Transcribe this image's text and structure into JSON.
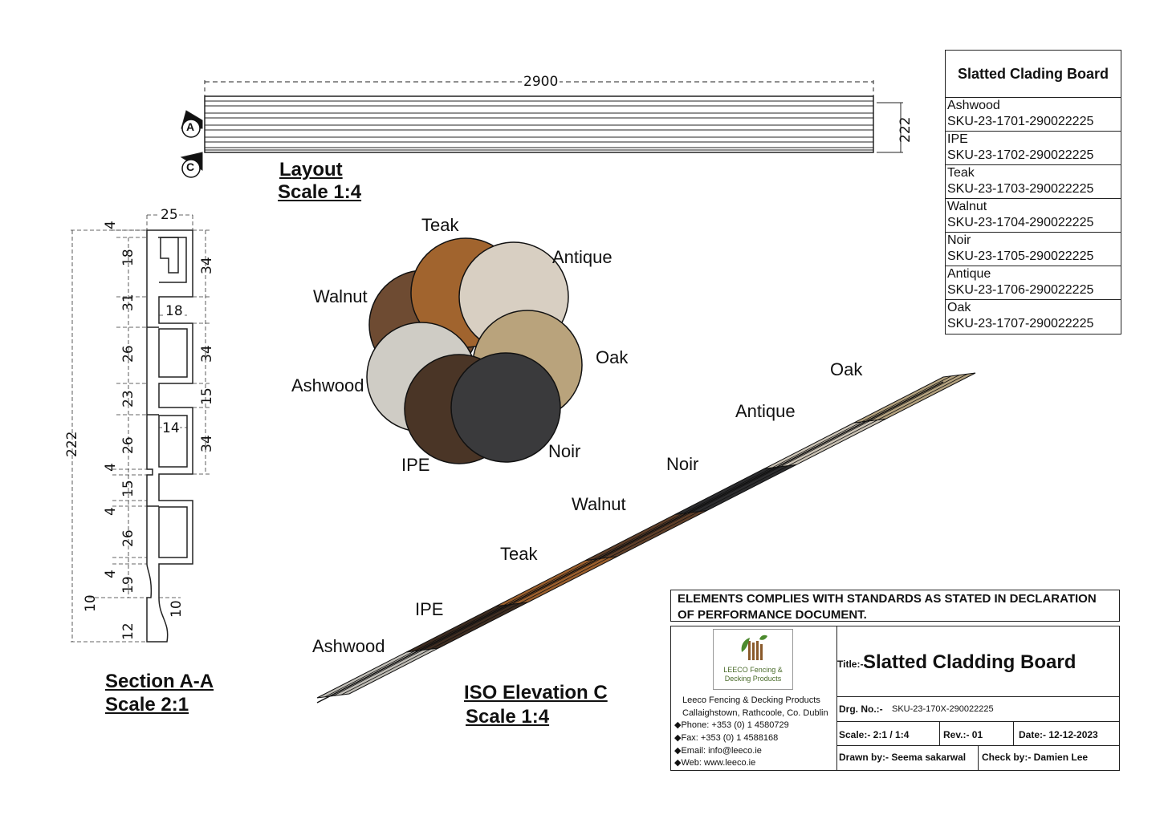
{
  "layout_view": {
    "length_dim": "2900",
    "height_dim": "222",
    "section_marker": "A",
    "iso_marker": "C",
    "title": "Layout",
    "scale": "Scale 1:4"
  },
  "section_view": {
    "title": "Section A-A",
    "scale": "Scale 2:1",
    "total_height": "222",
    "top_width": "25",
    "right_dims": [
      "34",
      "34",
      "15",
      "34",
      "10"
    ],
    "left_dims": [
      "4",
      "18",
      "31",
      "26",
      "23",
      "26",
      "4",
      "15",
      "4",
      "26",
      "4",
      "19",
      "10",
      "12"
    ],
    "inner_dims": [
      "18",
      "14"
    ]
  },
  "swatches": {
    "items": [
      {
        "name": "Teak",
        "color": "#a1642e"
      },
      {
        "name": "Antique",
        "color": "#d8cfc2"
      },
      {
        "name": "Oak",
        "color": "#b9a37c"
      },
      {
        "name": "Noir",
        "color": "#3a3a3c"
      },
      {
        "name": "IPE",
        "color": "#4a3526"
      },
      {
        "name": "Ashwood",
        "color": "#cfccc5"
      },
      {
        "name": "Walnut",
        "color": "#6e4b32"
      }
    ]
  },
  "iso_view": {
    "title": "ISO Elevation C",
    "scale": "Scale 1:4",
    "segments": [
      {
        "name": "Ashwood",
        "color": "#bfbcb5"
      },
      {
        "name": "IPE",
        "color": "#3e2c20"
      },
      {
        "name": "Teak",
        "color": "#9a5e2c"
      },
      {
        "name": "Walnut",
        "color": "#5e3e28"
      },
      {
        "name": "Noir",
        "color": "#2c2c2e"
      },
      {
        "name": "Antique",
        "color": "#c9c1b3"
      },
      {
        "name": "Oak",
        "color": "#b3a17e"
      }
    ]
  },
  "sku_table": {
    "header": "Slatted Clading Board",
    "rows": [
      {
        "finish": "Ashwood",
        "sku": "SKU-23-1701-290022225"
      },
      {
        "finish": "IPE",
        "sku": "SKU-23-1702-290022225"
      },
      {
        "finish": "Teak",
        "sku": "SKU-23-1703-290022225"
      },
      {
        "finish": "Walnut",
        "sku": "SKU-23-1704-290022225"
      },
      {
        "finish": "Noir",
        "sku": "SKU-23-1705-290022225"
      },
      {
        "finish": "Antique",
        "sku": "SKU-23-1706-290022225"
      },
      {
        "finish": "Oak",
        "sku": "SKU-23-1707-290022225"
      }
    ]
  },
  "title_block": {
    "notice_line1": "ELEMENTS COMPLIES WITH STANDARDS AS STATED IN DECLARATION",
    "notice_line2": "OF PERFORMANCE DOCUMENT.",
    "logo_line1": "LEECO Fencing &",
    "logo_line2": "Decking Products",
    "company_name": "Leeco Fencing & Decking Products",
    "address": "Callaighstown, Rathcoole, Co. Dublin",
    "phone": "Phone: +353 (0) 1 4580729",
    "fax": "Fax: +353 (0) 1 4588168",
    "email": "Email: info@leeco.ie",
    "web": "Web: www.leeco.ie",
    "title_label": "Title:-",
    "title_value": "Slatted Cladding Board",
    "drg_label": "Drg. No.:-",
    "drg_value": "SKU-23-170X-290022225",
    "scale": "Scale:- 2:1 / 1:4",
    "rev": "Rev.:- 01",
    "date": "Date:- 12-12-2023",
    "drawn_by": "Drawn by:- Seema sakarwal",
    "check_by": "Check by:- Damien Lee",
    "accent_brown": "#8a5a2b",
    "accent_green": "#4c8a2e"
  }
}
